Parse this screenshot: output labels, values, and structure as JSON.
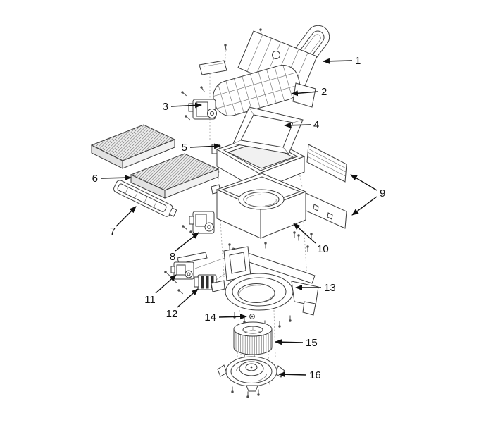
{
  "diagram": {
    "type": "exploded-parts-diagram",
    "background": "#ffffff",
    "line_color": "#3c3c3c",
    "callout_color": "#101010",
    "callouts": [
      {
        "number": "1"
      },
      {
        "number": "2"
      },
      {
        "number": "3"
      },
      {
        "number": "4"
      },
      {
        "number": "5"
      },
      {
        "number": "6"
      },
      {
        "number": "7"
      },
      {
        "number": "8"
      },
      {
        "number": "9"
      },
      {
        "number": "10"
      },
      {
        "number": "11"
      },
      {
        "number": "12"
      },
      {
        "number": "13"
      },
      {
        "number": "14"
      },
      {
        "number": "15"
      },
      {
        "number": "16"
      }
    ]
  }
}
